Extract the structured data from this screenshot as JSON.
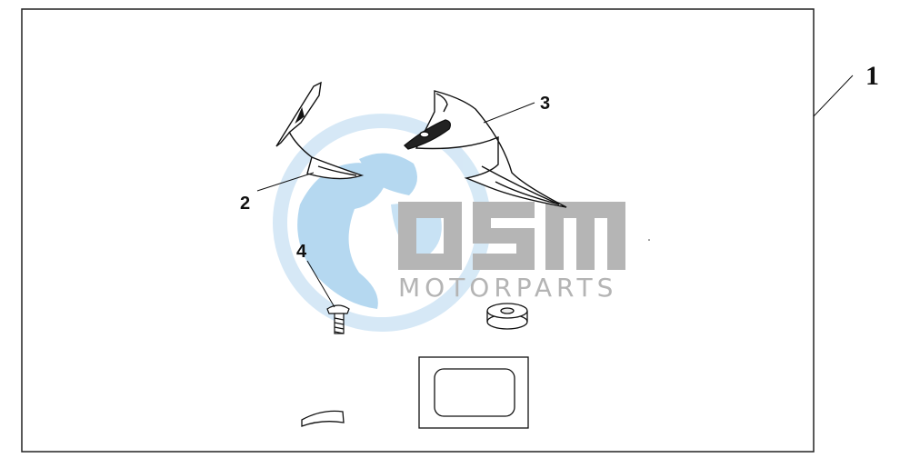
{
  "callouts": {
    "assembly": "1",
    "part_2": "2",
    "part_3": "3",
    "part_4": "4"
  },
  "watermark": {
    "logo_text": "OSM",
    "subtitle": "MOTORPARTS",
    "globe_color": "#9ccbea",
    "letter_color": "#b4b4b4"
  },
  "colors": {
    "line": "#111111",
    "frame": "#222222"
  }
}
